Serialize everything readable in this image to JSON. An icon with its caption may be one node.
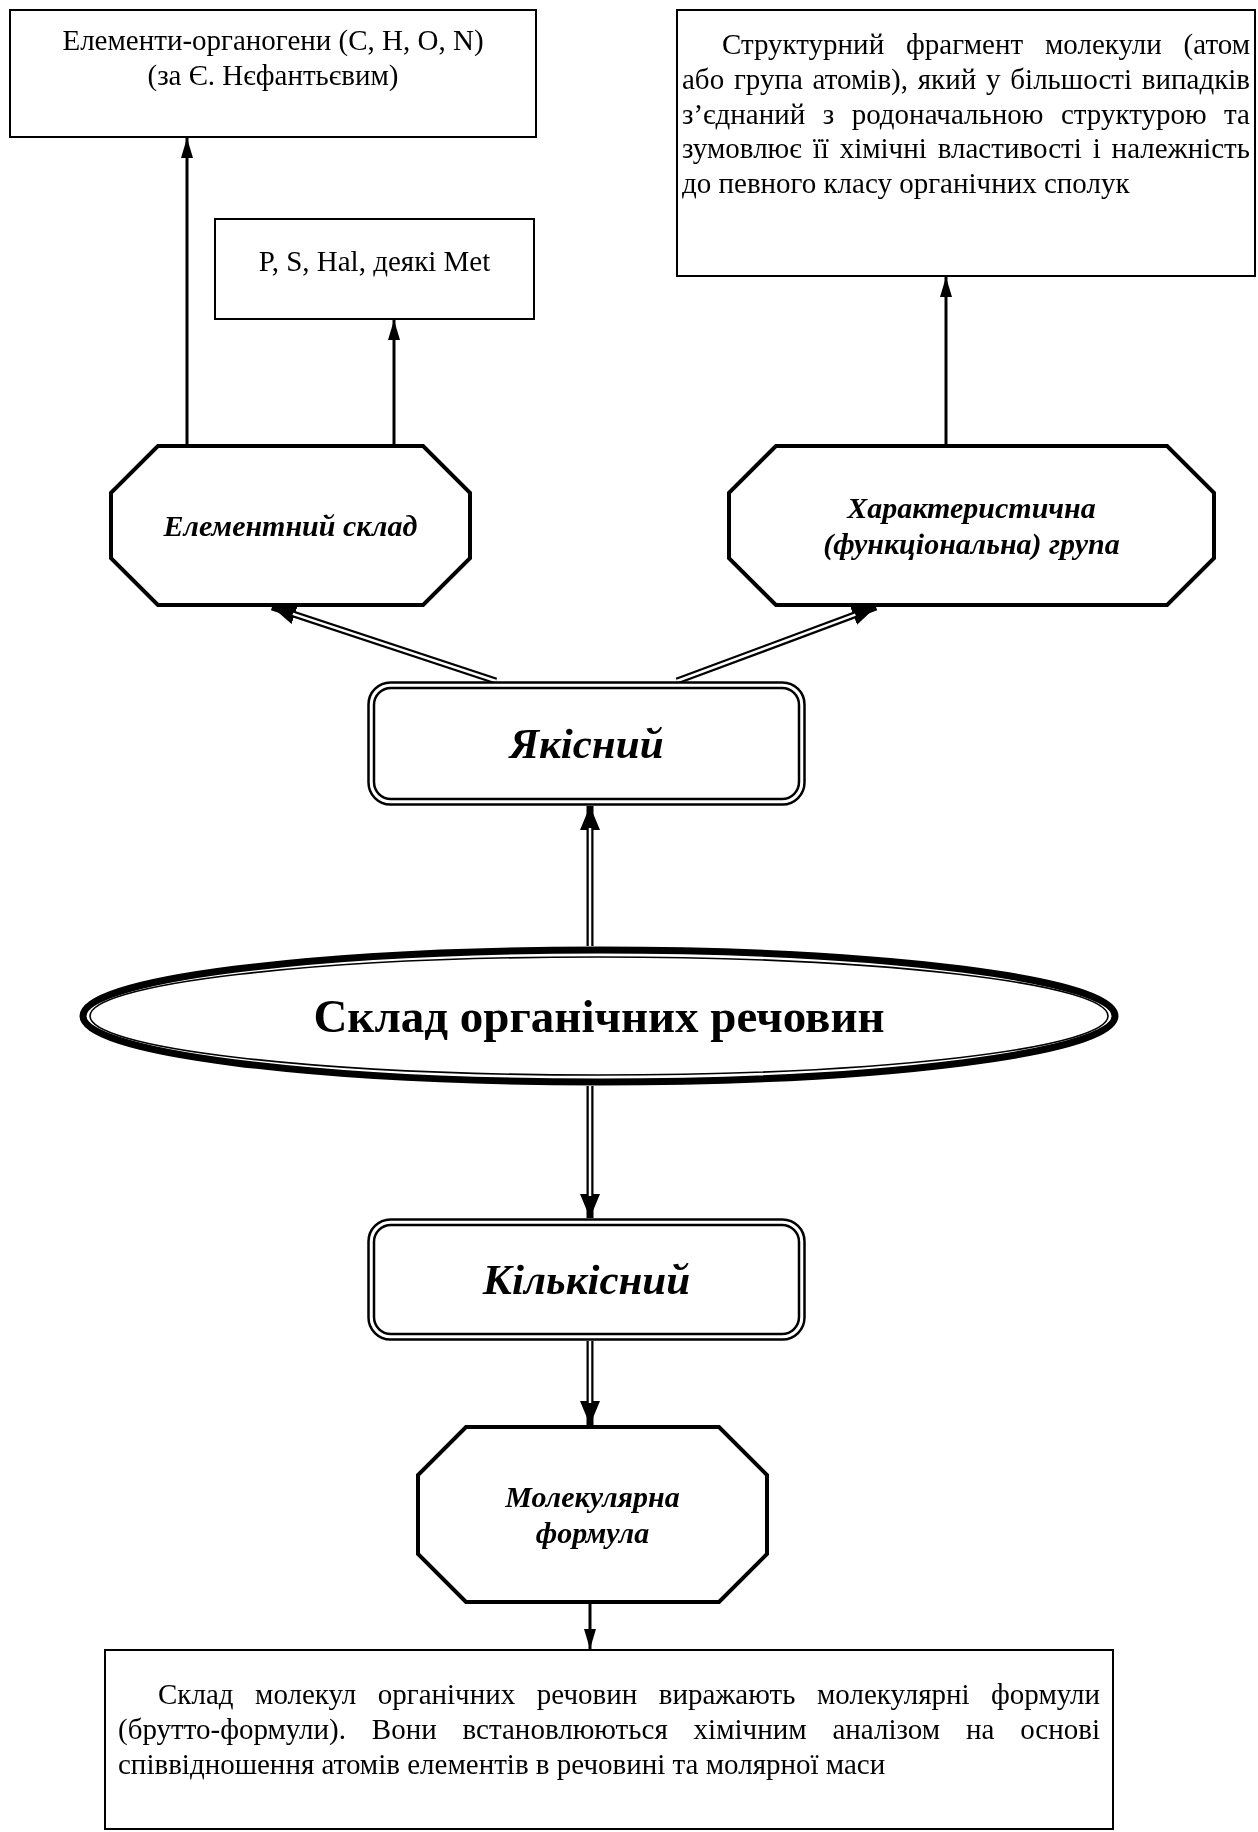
{
  "diagram": {
    "nodes": [
      {
        "text": [
          "Склад органічних речовин"
        ]
      },
      {
        "text": [
          "Якісний"
        ]
      },
      {
        "text": [
          "Кількісний"
        ]
      },
      {
        "text": [
          "Елементний склад"
        ]
      },
      {
        "text": [
          "Характеристична (функціональна) група"
        ]
      },
      {
        "text": [
          "Молекулярна формула"
        ]
      },
      {
        "text": [
          "Елементи-органогени (C, H, O, N) (за Є. Нєфантьєвим)"
        ]
      },
      {
        "text": [
          "P, S, Hal, деякі Met"
        ]
      },
      {
        "text": [
          "Структурний фрагмент молекули (атом або група атомів), який у більшості випадків з’єднаний з родоначальною структурою та зумовлює її хімічні властивості і належність до певного класу органічних сполук"
        ]
      },
      {
        "text": [
          "Склад молекул органічних речовин виражають молекулярні формули (брутто-формули). Вони встановлюються хімічним аналізом на основі співвідношення атомів елементів в речовині та молярної маси"
        ]
      }
    ],
    "edges": [
      {
        "from": 0,
        "to": 1,
        "arrow": "to"
      },
      {
        "from": 1,
        "to": 3,
        "arrow": "to"
      },
      {
        "from": 1,
        "to": 4,
        "arrow": "to"
      },
      {
        "from": 0,
        "to": 2,
        "arrow": "to"
      },
      {
        "from": 2,
        "to": 5,
        "arrow": "to"
      },
      {
        "from": 5,
        "to": 9,
        "arrow": "to"
      },
      {
        "from": 3,
        "to": 6,
        "arrow": "to"
      },
      {
        "from": 3,
        "to": 7,
        "arrow": "to"
      },
      {
        "from": 4,
        "to": 8,
        "arrow": "to"
      }
    ]
  }
}
